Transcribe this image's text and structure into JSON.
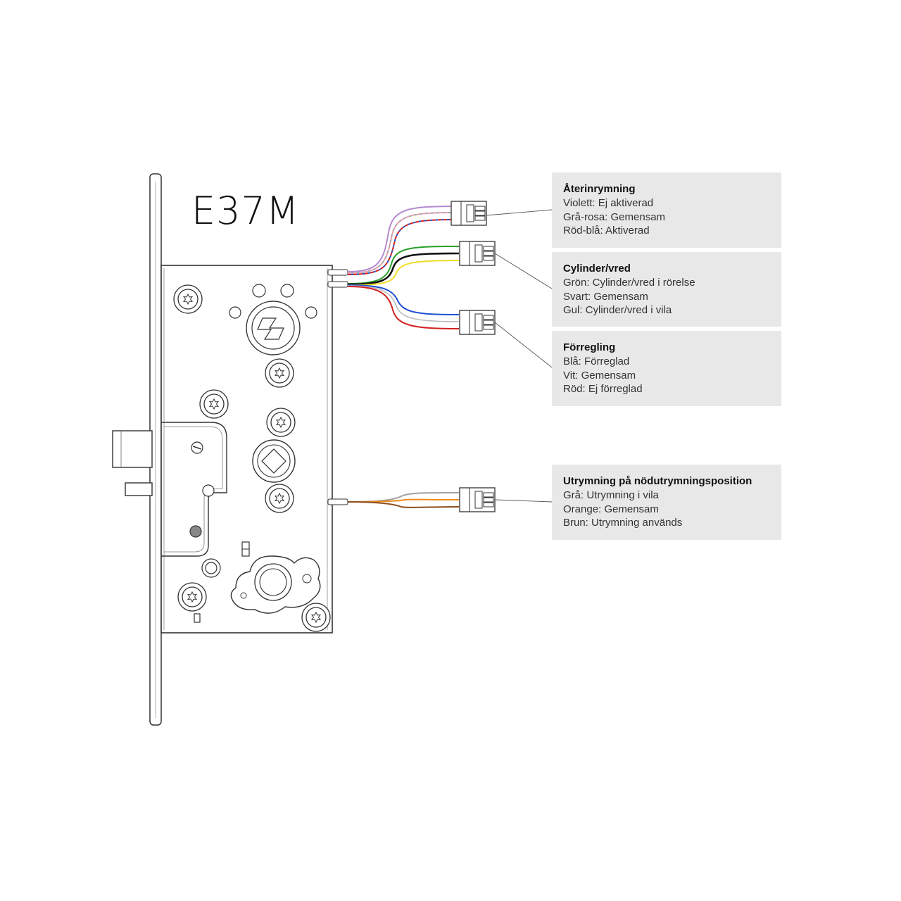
{
  "title": "E37M",
  "wire_colors": {
    "violet": "#b48ad0",
    "gray": "#a0a0a0",
    "pink": "#e6a0b4",
    "red": "#d42020",
    "blue": "#1e50d2",
    "green": "#28a028",
    "black": "#111111",
    "yellow": "#f0dc28",
    "white": "#ffffff",
    "orange": "#f08c1e",
    "brown": "#8c4e1e"
  },
  "connectors": [
    {
      "title": "Återinrymning",
      "lines": [
        "Violett: Ej aktiverad",
        "Grå-rosa: Gemensam",
        "Röd-blå: Aktiverad"
      ]
    },
    {
      "title": "Cylinder/vred",
      "lines": [
        "Grön: Cylinder/vred i rörelse",
        "Svart: Gemensam",
        "Gul: Cylinder/vred i vila"
      ]
    },
    {
      "title": "Förregling",
      "lines": [
        "Blå: Förreglad",
        "Vit: Gemensam",
        "Röd: Ej förreglad"
      ]
    },
    {
      "title": "Utrymning på nödutrymningsposition",
      "lines": [
        "Grå: Utrymning i vila",
        "Orange: Gemensam",
        "Brun: Utrymning används"
      ]
    }
  ]
}
